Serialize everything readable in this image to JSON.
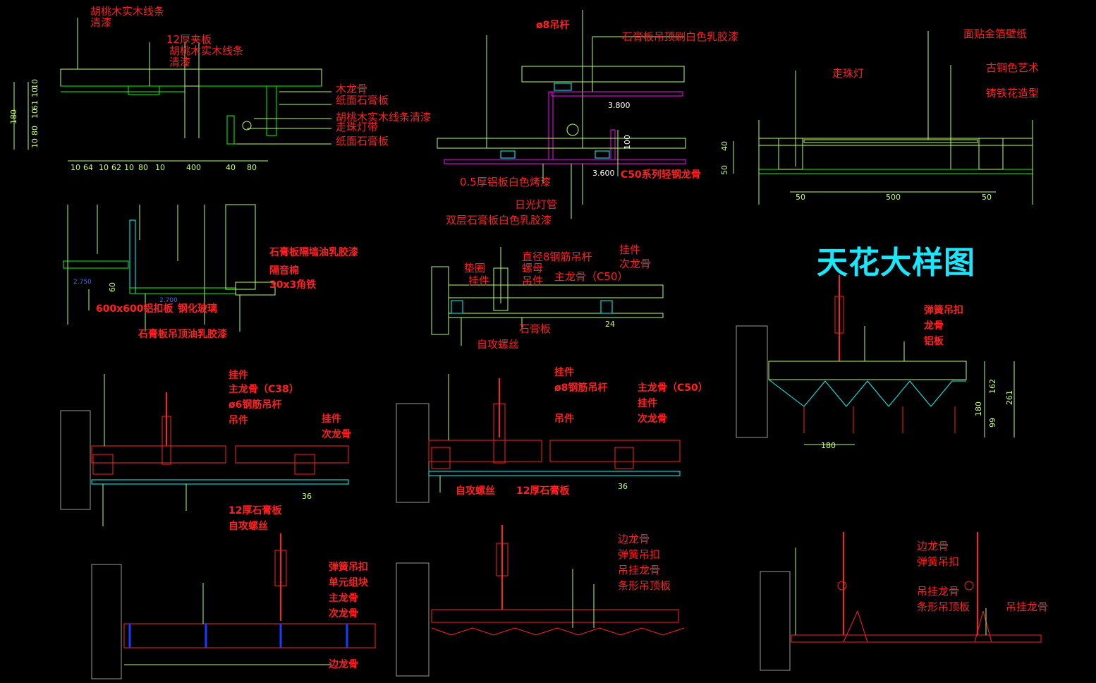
{
  "title": "天花大样图",
  "colors": {
    "background": "#000000",
    "label": "#ff2020",
    "leader": "#b7ff5a",
    "dimension": "#c8ff64",
    "structure": "#ff2020",
    "steel": "#00ffff",
    "wood": "#00ff00",
    "title": "#19e6ff",
    "hatch": "#9a9a9a",
    "magenta": "#ff00ff"
  },
  "d1": {
    "labels": [
      "胡桃木实木线条",
      "清漆",
      "12厚夹板",
      "胡桃木实木线条",
      "清漆",
      "木龙骨",
      "纸面石膏板",
      "胡桃木实木线条清漆",
      "走珠灯带",
      "纸面石膏板"
    ],
    "dims": [
      "10",
      "64",
      "10",
      "62",
      "10",
      "80",
      "10",
      "400",
      "40",
      "80"
    ],
    "vdims": [
      "180",
      "10",
      "80",
      "10",
      "61",
      "10",
      "10"
    ]
  },
  "d2": {
    "labels": [
      "ø8吊杆",
      "石膏板吊顶刷白色乳胶漆",
      "0.5厚铝板白色烤漆",
      "日光灯管",
      "双层石膏板白色乳胶漆",
      "C50系列轻钢龙骨"
    ],
    "levels": [
      "3.800",
      "3.600"
    ],
    "dims": [
      "100"
    ]
  },
  "d3": {
    "labels": [
      "走珠灯",
      "面贴金箔壁纸",
      "古铜色艺术",
      "铸铁花造型"
    ],
    "dims": [
      "50",
      "500",
      "50"
    ],
    "vdims": [
      "40",
      "50"
    ]
  },
  "d4": {
    "labels": [
      "石膏板隔墙油乳胶漆",
      "隔音棉",
      "30x3角铁",
      "600x600铝扣板",
      "钢化玻璃",
      "石膏板吊顶油乳胶漆"
    ],
    "levels": [
      "2.750",
      "2.700"
    ],
    "vdims": [
      "60"
    ]
  },
  "d5": {
    "labels": [
      "直径8钢筋吊杆",
      "挂件",
      "垫圈",
      "螺母",
      "次龙骨",
      "挂件",
      "吊件",
      "主龙骨（C50）",
      "石膏板",
      "自攻螺丝"
    ],
    "dims": [
      "24"
    ]
  },
  "d6": {
    "labels": [
      "弹簧吊扣",
      "龙骨",
      "铝板"
    ],
    "dims": [
      "180",
      "162",
      "261",
      "180",
      "99"
    ]
  },
  "d7": {
    "labels": [
      "挂件",
      "主龙骨（C38）",
      "ø6钢筋吊杆",
      "吊件",
      "挂件",
      "次龙骨",
      "12厚石膏板",
      "自攻螺丝"
    ],
    "dims": [
      "36"
    ]
  },
  "d8": {
    "labels": [
      "挂件",
      "ø8钢筋吊杆",
      "主龙骨（C50）",
      "吊件",
      "挂件",
      "次龙骨",
      "自攻螺丝",
      "12厚石膏板"
    ],
    "dims": [
      "36"
    ]
  },
  "d9": {
    "labels": [
      "弹簧吊扣",
      "单元组块",
      "主龙骨",
      "次龙骨",
      "边龙骨"
    ]
  },
  "d10": {
    "labels": [
      "边龙骨",
      "弹簧吊扣",
      "吊挂龙骨",
      "条形吊顶板"
    ]
  },
  "d11": {
    "labels": [
      "边龙骨",
      "弹簧吊扣",
      "吊挂龙骨",
      "条形吊顶板",
      "吊挂龙骨"
    ]
  }
}
